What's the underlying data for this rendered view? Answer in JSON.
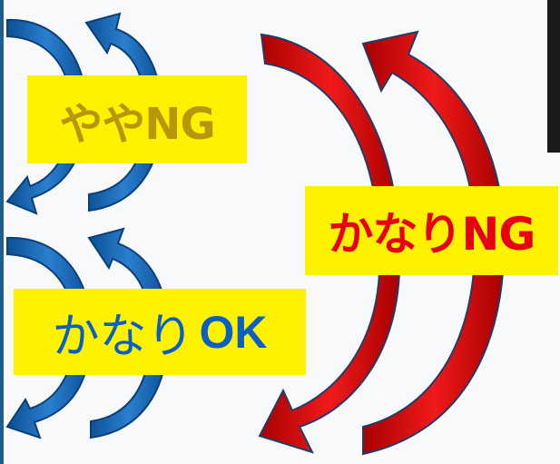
{
  "labels": {
    "yaya_ng": "ややNG",
    "kanari_ng": "かなりNG",
    "kanari_ok_kana": "かなり",
    "kanari_ok_latin": "OK"
  },
  "colors": {
    "blue_arrow": "#1565b0",
    "red_arrow": "#d10a0a",
    "label_bg": "#fff200",
    "yaya_text": "#b8960a",
    "ng_text": "#e60012",
    "ok_text": "#0a5fc4"
  }
}
